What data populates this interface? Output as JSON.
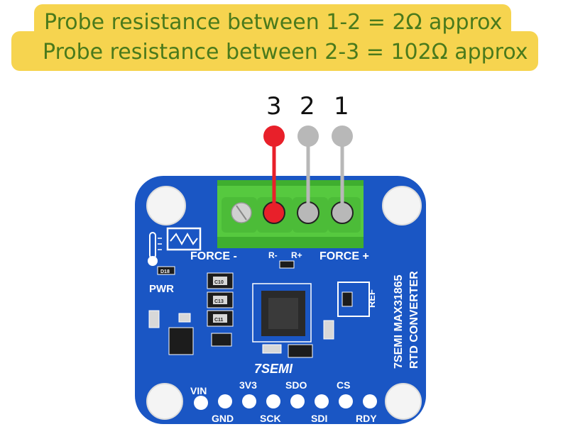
{
  "banner": {
    "line1": "Probe resistance between 1-2 = 2Ω approx",
    "line2": "Probe resistance between 2-3 = 102Ω approx"
  },
  "pins": [
    "3",
    "2",
    "1"
  ],
  "board": {
    "terminal_labels": {
      "force_minus": "FORCE -",
      "r_minus": "R-",
      "r_plus": "R+",
      "force_plus": "FORCE +"
    },
    "pwr": "PWR",
    "ref": "REF",
    "chip_marks": {
      "d1": "D18",
      "c1": "C10",
      "c2": "C13",
      "c3": "C11"
    },
    "title_line1": "7SEMI MAX31865",
    "title_line2": "RTD CONVERTER",
    "brand": "7SEMI",
    "header_top": [
      "VIN",
      "3V3",
      "SDO",
      "CS"
    ],
    "header_bottom": [
      "GND",
      "SCK",
      "SDI",
      "RDY"
    ]
  },
  "colors": {
    "banner": "#f6d44f",
    "banner_text": "#4a7a1c",
    "pcb": "#1a56c4",
    "terminal": "#4cc43a",
    "wire_red": "#e8202a",
    "wire_gray": "#b8b8b8"
  }
}
